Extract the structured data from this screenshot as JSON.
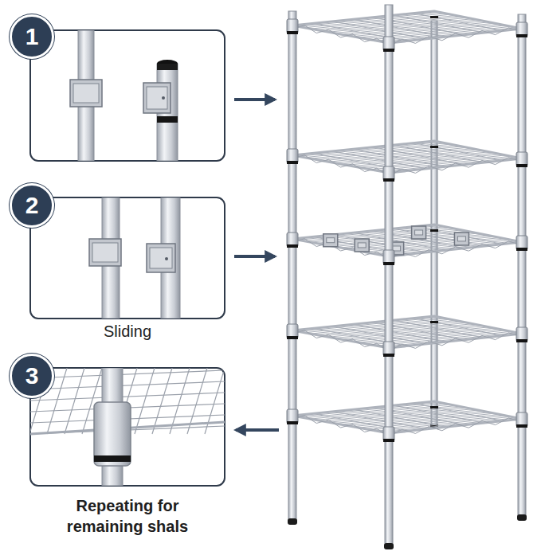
{
  "diagram": {
    "nodes": [
      {
        "text": [
          "1"
        ]
      },
      {
        "text": [
          "2"
        ]
      },
      {
        "text": [
          "3"
        ]
      }
    ],
    "labels": [
      "Sliding",
      "Repeating for remaining shals"
    ]
  }
}
